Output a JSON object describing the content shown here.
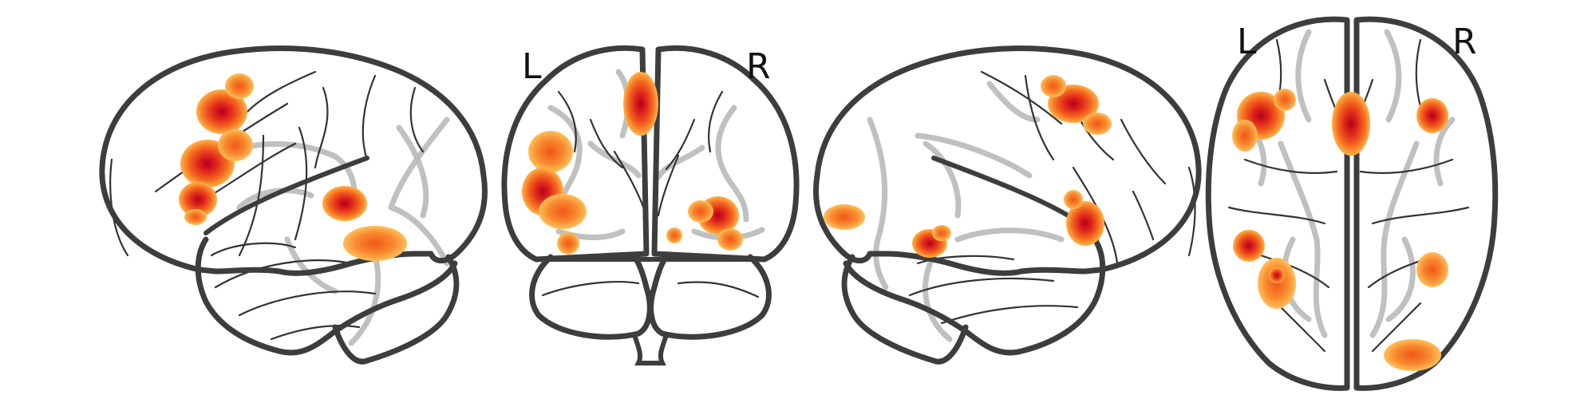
{
  "views": [
    {
      "id": "sagittal-left",
      "labels": []
    },
    {
      "id": "coronal",
      "labels": [
        "L",
        "R"
      ]
    },
    {
      "id": "sagittal-right",
      "labels": []
    },
    {
      "id": "axial",
      "labels": [
        "L",
        "R"
      ]
    }
  ],
  "colors": {
    "outline": "#3d3d3d",
    "projection": "#b9b9b9",
    "activation_low": "#ffb347",
    "activation_mid": "#f46a1f",
    "activation_high": "#e0281a",
    "activation_peak": "#b4001e"
  }
}
